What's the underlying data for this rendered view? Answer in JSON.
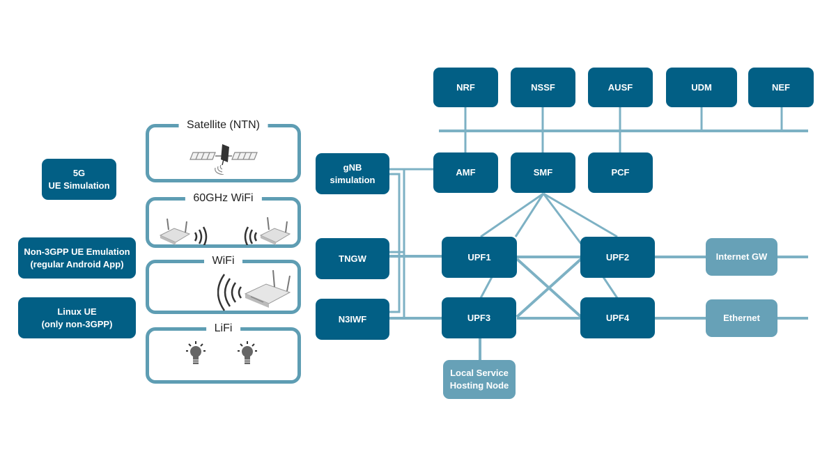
{
  "ue_devices": [
    {
      "label": "5G\nUE Simulation"
    },
    {
      "label": "Non-3GPP UE Emulation\n(regular Android App)"
    },
    {
      "label": "Linux UE\n(only non-3GPP)"
    }
  ],
  "access_technologies": [
    {
      "title": "Satellite (NTN)",
      "icon": "satellite-icon"
    },
    {
      "title": "60GHz WiFi",
      "icon": "router-pair-icon"
    },
    {
      "title": "WiFi",
      "icon": "wifi-router-icon"
    },
    {
      "title": "LiFi",
      "icon": "light-bulb-icon"
    }
  ],
  "access_nodes": [
    {
      "label": "gNB\nsimulation"
    },
    {
      "label": "TNGW"
    },
    {
      "label": "N3IWF"
    }
  ],
  "core_top": [
    "NRF",
    "NSSF",
    "AUSF",
    "UDM",
    "NEF"
  ],
  "core_control": [
    "AMF",
    "SMF",
    "PCF"
  ],
  "upfs": [
    "UPF1",
    "UPF2",
    "UPF3",
    "UPF4"
  ],
  "external": {
    "internet_gw": "Internet GW",
    "ethernet": "Ethernet",
    "local_service": "Local Service\nHosting Node"
  },
  "colors": {
    "node_dark": "#025f85",
    "node_light": "#67a1b7",
    "link": "#7db1c4",
    "group_border": "#5e9db3"
  }
}
